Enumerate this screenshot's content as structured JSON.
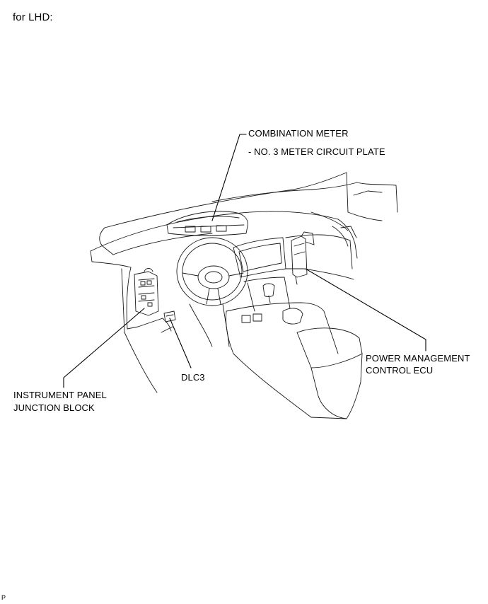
{
  "caption": "for LHD:",
  "labels": {
    "combination_meter": "COMBINATION METER",
    "meter_circuit_plate": "- NO. 3 METER CIRCUIT PLATE",
    "power_management_line1": "POWER MANAGEMENT",
    "power_management_line2": "CONTROL ECU",
    "dlc3": "DLC3",
    "junction_block_line1": "INSTRUMENT PANEL",
    "junction_block_line2": "JUNCTION BLOCK"
  },
  "corner_mark": "P",
  "colors": {
    "line": "#000000",
    "outline": "#1a1a1a",
    "background": "#ffffff"
  }
}
